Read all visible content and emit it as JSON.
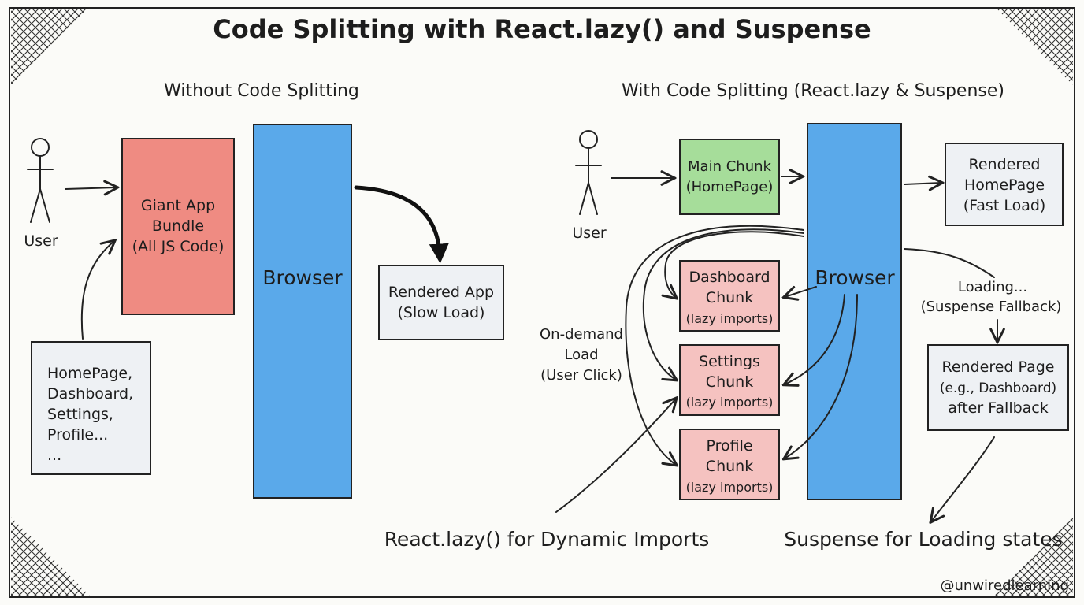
{
  "title": "Code Splitting with React.lazy() and Suspense",
  "left": {
    "heading": "Without Code Splitting",
    "user_label": "User",
    "bundle": [
      "Giant App",
      "Bundle",
      "(All JS Code)"
    ],
    "browser": "Browser",
    "rendered": [
      "Rendered App",
      "(Slow Load)"
    ],
    "sources": [
      "HomePage,",
      "Dashboard,",
      "Settings,",
      "Profile...",
      "..."
    ]
  },
  "right": {
    "heading": "With Code Splitting (React.lazy & Suspense)",
    "user_label": "User",
    "main_chunk": [
      "Main Chunk",
      "(HomePage)"
    ],
    "browser": "Browser",
    "rendered_home": [
      "Rendered",
      "HomePage",
      "(Fast Load)"
    ],
    "chunks": [
      [
        "Dashboard",
        "Chunk",
        "(lazy imports)"
      ],
      [
        "Settings",
        "Chunk",
        "(lazy imports)"
      ],
      [
        "Profile",
        "Chunk",
        "(lazy imports)"
      ]
    ],
    "on_demand": [
      "On-demand",
      "Load",
      "(User Click)"
    ],
    "loading": [
      "Loading...",
      "(Suspense Fallback)"
    ],
    "rendered_page": [
      "Rendered Page",
      "(e.g., Dashboard)",
      "after Fallback"
    ],
    "lazy_caption": "React.lazy() for Dynamic Imports",
    "suspense_caption": "Suspense for Loading states"
  },
  "credit": "@unwiredlearning",
  "colors": {
    "red_box": "#ef8b82",
    "blue_browser": "#5aa9ea",
    "green_box": "#a6dd9a",
    "pink_box": "#f5c2c0",
    "gray_box": "#eef1f4",
    "ink": "#1d1d1d"
  }
}
